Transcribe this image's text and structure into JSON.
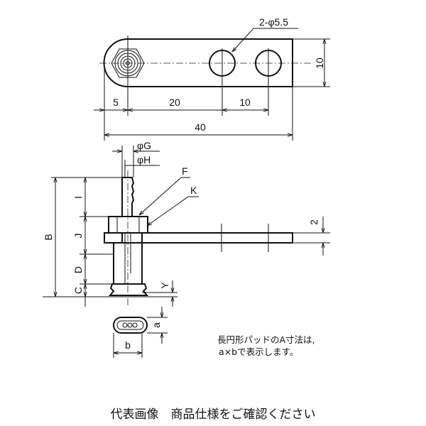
{
  "top_view": {
    "hole_callout": "2-φ5.5",
    "dim_width": "10",
    "dim_5": "5",
    "dim_20": "20",
    "dim_10": "10",
    "dim_40": "40"
  },
  "side_view": {
    "phi_g": "φG",
    "phi_h": "φH",
    "label_f": "F",
    "label_k": "K",
    "dim_b": "B",
    "dim_i": "I",
    "dim_j": "J",
    "dim_d": "D",
    "dim_c": "C",
    "dim_y": "Y",
    "dim_thickness": "2"
  },
  "pad_view": {
    "dim_a": "a",
    "dim_b": "b"
  },
  "note": {
    "line1": "長円形パッドのA寸法は,",
    "line2": "a×bで表示します。"
  },
  "caption": "代表画像　商品仕様をご確認ください"
}
